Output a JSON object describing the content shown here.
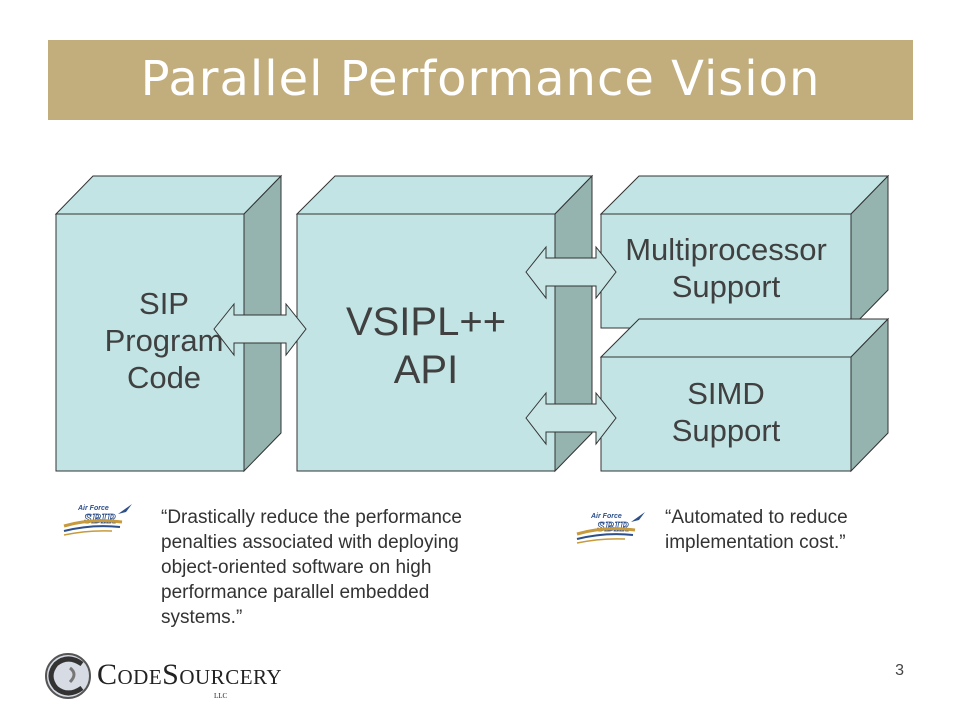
{
  "slide": {
    "title": "Parallel Performance Vision",
    "page_number": "3"
  },
  "colors": {
    "title_bar": "#c2ad7c",
    "box_front": "#c2e4e4",
    "box_side": "#95b4b0",
    "arrow_fill": "#c8e6e6",
    "outline": "#333333"
  },
  "diagram": {
    "boxes": [
      {
        "id": "sip",
        "lines": [
          "SIP",
          "Program",
          "Code"
        ]
      },
      {
        "id": "vsipl",
        "lines": [
          "VSIPL++",
          "API"
        ]
      },
      {
        "id": "multiprocessor",
        "lines": [
          "Multiprocessor",
          "Support"
        ]
      },
      {
        "id": "simd",
        "lines": [
          "SIMD",
          "Support"
        ]
      }
    ],
    "arrows": [
      {
        "id": "sip-vsipl",
        "icon": "double-arrow-icon"
      },
      {
        "id": "vsipl-multiprocessor",
        "icon": "double-arrow-icon"
      },
      {
        "id": "vsipl-simd",
        "icon": "double-arrow-icon"
      }
    ]
  },
  "quotes": [
    {
      "id": "quote-left",
      "icon": "air-force-sbir-logo",
      "logo_text": {
        "top": "Air Force",
        "main": "SBIR"
      },
      "lines": [
        "“Drastically reduce the performance",
        "penalties associated with deploying",
        "object-oriented software on high",
        "performance parallel embedded",
        "systems.”"
      ]
    },
    {
      "id": "quote-right",
      "icon": "air-force-sbir-logo",
      "logo_text": {
        "top": "Air Force",
        "main": "SBIR"
      },
      "lines": [
        "“Automated to reduce",
        "implementation cost.”"
      ]
    }
  ],
  "footer_logo": {
    "icon": "codesourcery-logo",
    "name": "CodeSourcery",
    "suffix": "LLC"
  }
}
